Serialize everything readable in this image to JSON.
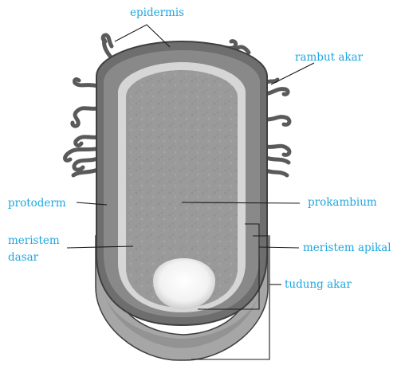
{
  "colors": {
    "label": "#1ea7e1",
    "leader": "#1a1a1a",
    "outline": "#3f3f3f",
    "hair": "#5a5a5a",
    "epidermis": "#6e6e6e",
    "cortex": "#898989",
    "stele": "#9a9a9a",
    "stele_light": "#a9a9a9",
    "pale_band": "#d6d6d6",
    "cap": "#a6a6a6",
    "cap_inner": "#8e8e8e",
    "cap_edge": "#7c7c7c",
    "meristem_glow": "#f5f5f5"
  },
  "labels": {
    "epidermis": "epidermis",
    "root_hair": "rambut akar",
    "protoderm": "protoderm",
    "prokambium": "prokambium",
    "ground_meristem_line1": "meristem",
    "ground_meristem_line2": "dasar",
    "apical_meristem": "meristem apikal",
    "root_cap": "tudung akar"
  }
}
